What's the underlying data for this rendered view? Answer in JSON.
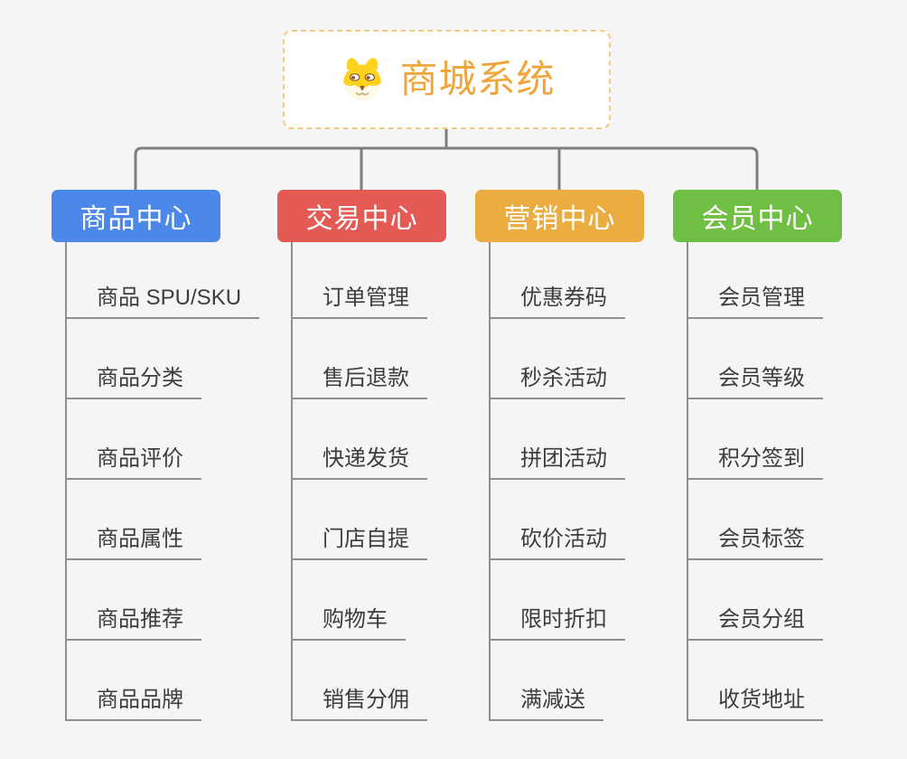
{
  "root": {
    "title": "商城系统",
    "icon": "shiba-dog-icon",
    "accent_color": "#F0A63C",
    "border_color": "#F3CA84"
  },
  "branches": [
    {
      "id": "product-center",
      "label": "商品中心",
      "color": "#4C88E9",
      "items": [
        "商品 SPU/SKU",
        "商品分类",
        "商品评价",
        "商品属性",
        "商品推荐",
        "商品品牌"
      ]
    },
    {
      "id": "trade-center",
      "label": "交易中心",
      "color": "#E45B55",
      "items": [
        "订单管理",
        "售后退款",
        "快递发货",
        "门店自提",
        "购物车",
        "销售分佣"
      ]
    },
    {
      "id": "marketing-center",
      "label": "营销中心",
      "color": "#EBAD41",
      "items": [
        "优惠券码",
        "秒杀活动",
        "拼团活动",
        "砍价活动",
        "限时折扣",
        "满减送"
      ]
    },
    {
      "id": "member-center",
      "label": "会员中心",
      "color": "#6FBF44",
      "items": [
        "会员管理",
        "会员等级",
        "积分签到",
        "会员标签",
        "会员分组",
        "收货地址"
      ]
    }
  ],
  "connector_color": "#7E7E7E",
  "underline_color": "#8F8F8F",
  "background_color": "#F5F5F5"
}
